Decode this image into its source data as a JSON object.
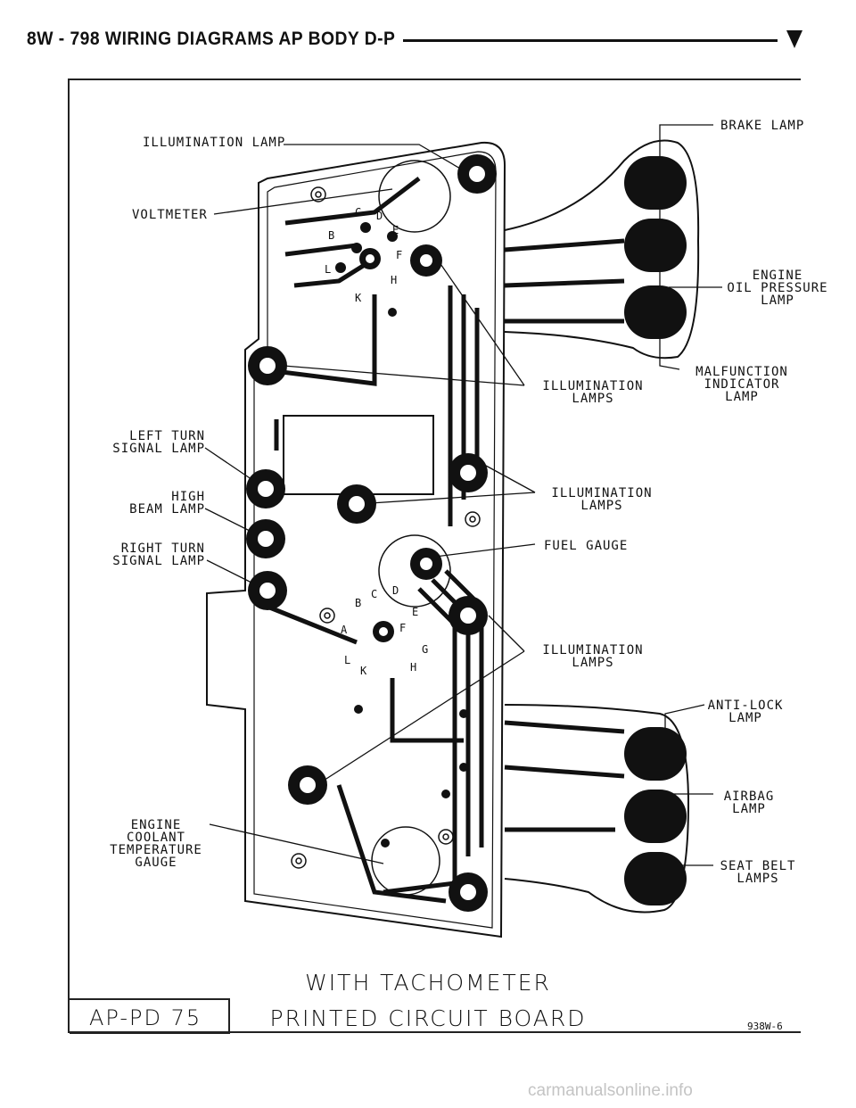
{
  "header": {
    "title": "8W - 798    WIRING DIAGRAMS AP BODY D-P"
  },
  "labels": {
    "illumination_lamp": "ILLUMINATION LAMP",
    "voltmeter": "VOLTMETER",
    "brake_lamp": "BRAKE LAMP",
    "engine_oil_pressure_lamp": [
      "ENGINE",
      "OIL PRESSURE",
      "LAMP"
    ],
    "malfunction_indicator_lamp": [
      "MALFUNCTION",
      "INDICATOR",
      "LAMP"
    ],
    "illumination_lamps_1": [
      "ILLUMINATION",
      "LAMPS"
    ],
    "left_turn_signal_lamp": [
      "LEFT TURN",
      "SIGNAL LAMP"
    ],
    "high_beam_lamp": [
      "HIGH",
      "BEAM LAMP"
    ],
    "illumination_lamps_2": [
      "ILLUMINATION",
      "LAMPS"
    ],
    "right_turn_signal_lamp": [
      "RIGHT TURN",
      "SIGNAL LAMP"
    ],
    "fuel_gauge": "FUEL GAUGE",
    "illumination_lamps_3": [
      "ILLUMINATION",
      "LAMPS"
    ],
    "anti_lock_lamp": [
      "ANTI-LOCK",
      "LAMP"
    ],
    "airbag_lamp": [
      "AIRBAG",
      "LAMP"
    ],
    "engine_coolant_temperature_gauge": [
      "ENGINE",
      "COOLANT",
      "TEMPERATURE",
      "GAUGE"
    ],
    "seat_belt_lamps": [
      "SEAT BELT",
      "LAMPS"
    ]
  },
  "pins_upper": [
    "C",
    "D",
    "B",
    "E",
    "F",
    "L",
    "H",
    "K"
  ],
  "pins_lower": [
    "C",
    "D",
    "B",
    "E",
    "F",
    "A",
    "G",
    "L",
    "K",
    "H"
  ],
  "caption": {
    "line1": "WITH TACHOMETER",
    "line2": "PRINTED CIRCUIT BOARD"
  },
  "code_box": "AP-PD 75",
  "figure_number": "938W-6",
  "watermark": "carmanualsonline.info"
}
